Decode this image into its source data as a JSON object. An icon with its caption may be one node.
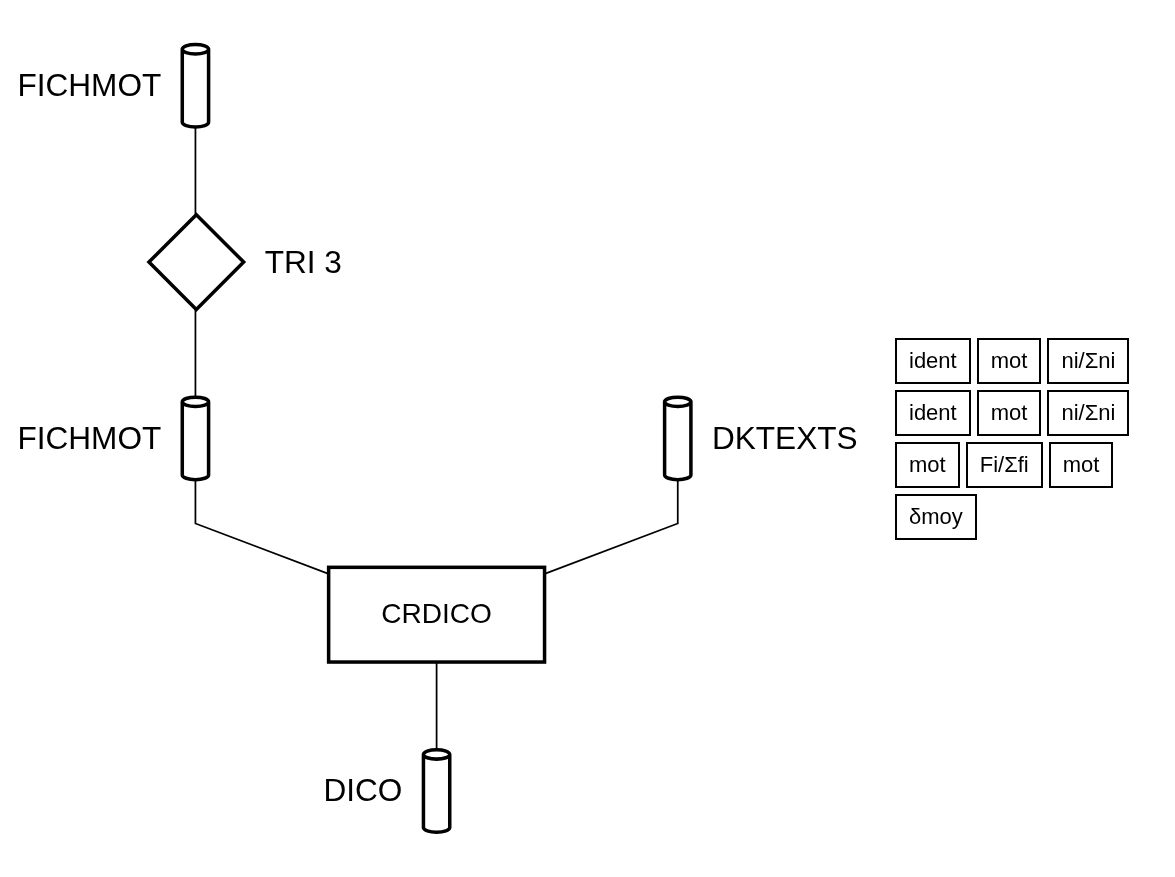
{
  "diagram": {
    "nodes": [
      {
        "text": [],
        "shape": "cylinder",
        "beside": [
          "FICHMOT"
        ]
      },
      {
        "text": [],
        "shape": "diamond",
        "beside": [
          "TRI 3"
        ]
      },
      {
        "text": [],
        "shape": "cylinder",
        "beside": [
          "FICHMOT"
        ]
      },
      {
        "text": [],
        "shape": "cylinder",
        "beside": [
          "DKTEXTS"
        ]
      },
      {
        "text": [
          "CRDICO"
        ]
      },
      {
        "text": [],
        "shape": "cylinder",
        "beside": [
          "DICO"
        ]
      }
    ],
    "edges": [
      {
        "from": 0,
        "to": 1,
        "arrow": "none"
      },
      {
        "from": 1,
        "to": 2,
        "arrow": "none"
      },
      {
        "from": 2,
        "to": 4,
        "arrow": "none"
      },
      {
        "from": 3,
        "to": 4,
        "arrow": "none"
      },
      {
        "from": 4,
        "to": 5,
        "arrow": "none"
      }
    ],
    "labels": [
      "ident",
      "mot",
      "ni/Σni",
      "ident",
      "mot",
      "ni/Σni",
      "mot",
      "Fi/Σfi",
      "mot",
      "δmoy"
    ]
  }
}
